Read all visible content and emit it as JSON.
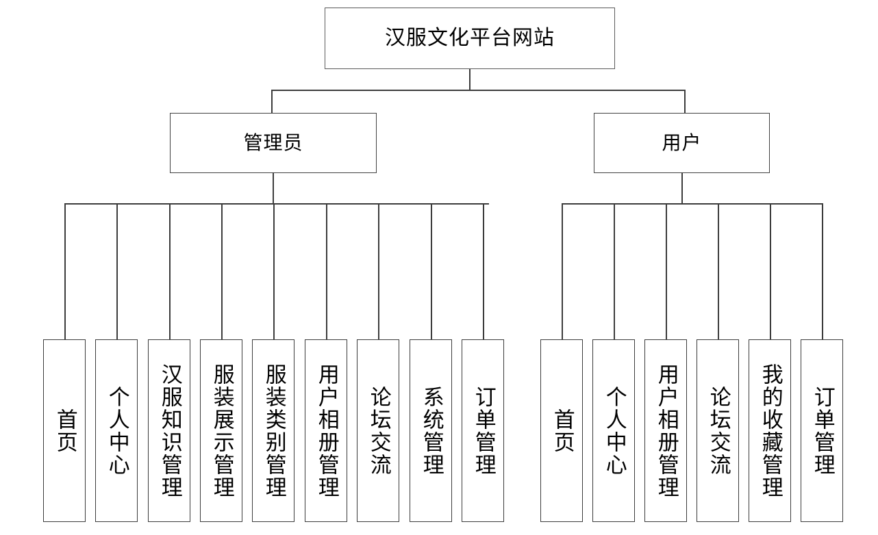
{
  "diagram": {
    "type": "organization-tree",
    "title": "汉服文化平台网站",
    "root": {
      "label": "汉服文化平台网站"
    },
    "branches": [
      {
        "key": "admin",
        "label": "管理员",
        "leaves": [
          {
            "label": "首页"
          },
          {
            "label": "个人中心"
          },
          {
            "label": "汉服知识管理"
          },
          {
            "label": "服装展示管理"
          },
          {
            "label": "服装类别管理"
          },
          {
            "label": "用户相册管理"
          },
          {
            "label": "论坛交流"
          },
          {
            "label": "系统管理"
          },
          {
            "label": "订单管理"
          }
        ]
      },
      {
        "key": "user",
        "label": "用户",
        "leaves": [
          {
            "label": "首页"
          },
          {
            "label": "个人中心"
          },
          {
            "label": "用户相册管理"
          },
          {
            "label": "论坛交流"
          },
          {
            "label": "我的收藏管理"
          },
          {
            "label": "订单管理"
          }
        ]
      }
    ],
    "colors": {
      "background": "#ffffff",
      "box_border": "#3a3a3a",
      "line": "#3c3c3c",
      "text": "#000000"
    }
  }
}
